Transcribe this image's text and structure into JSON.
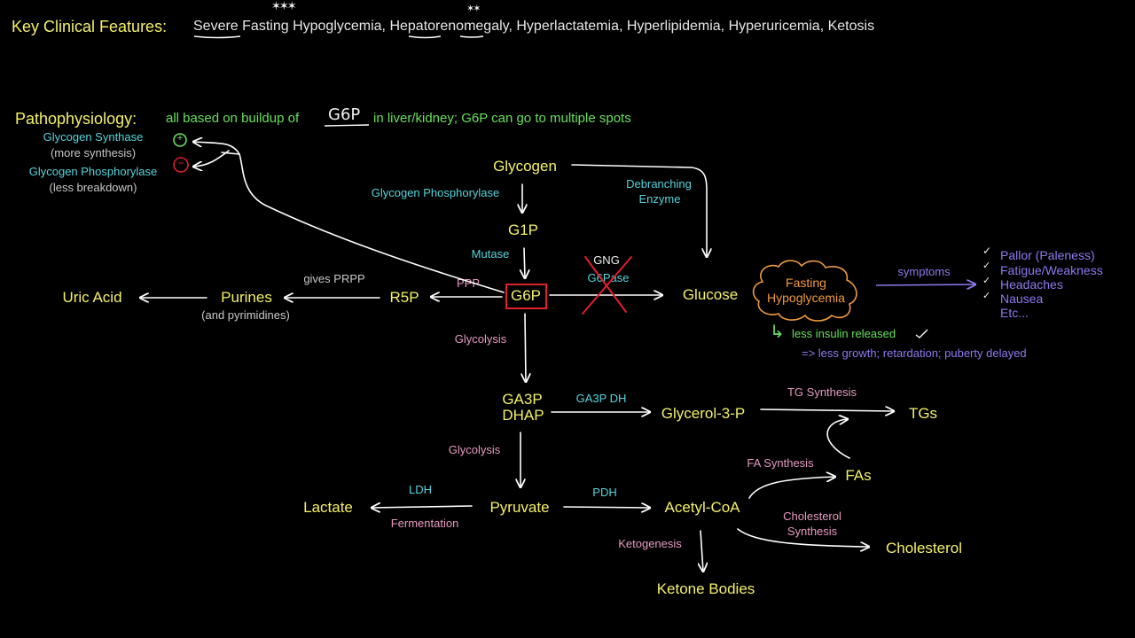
{
  "header": {
    "label": "Key Clinical Features:",
    "features": {
      "severe": "Severe",
      "rest1": "Fasting Hypoglycemia,",
      "hepato": "Hepato",
      "reno": "reno",
      "rest2": "megaly, Hyperlactatemia, Hyperlipidemia, Hyperuricemia, Ketosis"
    },
    "star_marks": {
      "first": "✶✶✶",
      "second": "✶✶"
    }
  },
  "patho": {
    "label": "Pathophysiology:",
    "desc_pre": "all based on buildup of",
    "desc_g6p": "G6P",
    "desc_post": "in liver/kidney; G6P can go to multiple spots"
  },
  "regulation": {
    "synthase": "Glycogen Synthase",
    "synthase_note": "(more synthesis)",
    "phosphorylase": "Glycogen Phosphorylase",
    "phosphorylase_note": "(less breakdown)",
    "plus": "+",
    "minus": "−"
  },
  "nodes": {
    "glycogen": "Glycogen",
    "g1p": "G1P",
    "g6p": "G6P",
    "glucose": "Glucose",
    "r5p": "R5P",
    "purines": "Purines",
    "pyrimidines": "(and pyrimidines)",
    "uric_acid": "Uric Acid",
    "ga3p": "GA3P",
    "dhap": "DHAP",
    "glycerol3p": "Glycerol-3-P",
    "tgs": "TGs",
    "fas": "FAs",
    "pyruvate": "Pyruvate",
    "lactate": "Lactate",
    "acetyl_coa": "Acetyl-CoA",
    "cholesterol": "Cholesterol",
    "ketone_bodies": "Ketone Bodies"
  },
  "enzymes": {
    "glycogen_phosphorylase": "Glycogen Phosphorylase",
    "debranching_1": "Debranching",
    "debranching_2": "Enzyme",
    "mutase": "Mutase",
    "gng": "GNG",
    "g6pase": "G6Pase",
    "ppp": "PPP",
    "gives_prpp": "gives PRPP",
    "glycolysis_1": "Glycolysis",
    "glycolysis_2": "Glycolysis",
    "ga3p_dh": "GA3P DH",
    "tg_synthesis": "TG Synthesis",
    "fa_synthesis": "FA Synthesis",
    "ldh": "LDH",
    "fermentation": "Fermentation",
    "pdh": "PDH",
    "cholesterol_synthesis_1": "Cholesterol",
    "cholesterol_synthesis_2": "Synthesis",
    "ketogenesis": "Ketogenesis"
  },
  "hypoglycemia": {
    "cloud_1": "Fasting",
    "cloud_2": "Hypoglycemia",
    "symptoms_label": "symptoms",
    "symptoms": [
      "Pallor (Paleness)",
      "Fatigue/Weakness",
      "Headaches",
      "Nausea",
      "Etc..."
    ],
    "check_mark": "✓",
    "insulin": "less insulin released",
    "insulin_arrow": "↳",
    "growth": "=> less growth; retardation; puberty delayed"
  },
  "colors": {
    "node": "#f4f06a",
    "enzyme": "#55d4dc",
    "pathway": "#e79ac0",
    "note": "#66e05a",
    "symptom": "#8c7bf0",
    "cloud": "#f09a40",
    "g6p_box": "#e0202a"
  }
}
